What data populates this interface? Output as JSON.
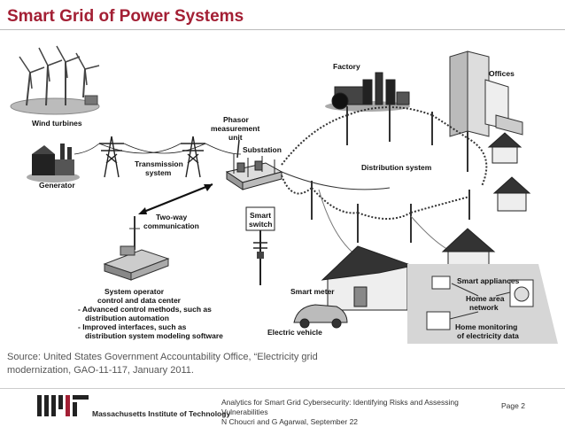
{
  "slide": {
    "title": "Smart Grid of Power Systems",
    "source": "Source: United States Government Accountability Office, “Electricity grid modernization, GAO-11-117, January 2011.",
    "institution": "Massachusetts Institute of Technology",
    "footer_line1": "Analytics for Smart Grid Cybersecurity: Identifying Risks and Assessing Vulnerabilities",
    "footer_line2": "N Choucri and G Agarwal, September 22",
    "page_label": "Page 2",
    "title_color": "#a31f34"
  },
  "diagram": {
    "wind_turbines": "Wind turbines",
    "generator": "Generator",
    "transmission_1": "Transmission",
    "transmission_2": "system",
    "pmu_1": "Phasor",
    "pmu_2": "measurement",
    "pmu_3": "unit",
    "substation": "Substation",
    "factory": "Factory",
    "offices": "Offices",
    "distribution": "Distribution system",
    "two_way_1": "Two-way",
    "two_way_2": "communication",
    "smart_switch_1": "Smart",
    "smart_switch_2": "switch",
    "sysop_1": "System operator",
    "sysop_2": "control and data center",
    "sysop_3": "- Advanced control methods, such as",
    "sysop_4": "distribution automation",
    "sysop_5": "- Improved interfaces, such as",
    "sysop_6": "distribution system modeling software",
    "smart_meter": "Smart meter",
    "electric_vehicle": "Electric vehicle",
    "smart_appliances": "Smart appliances",
    "home_area_1": "Home area",
    "home_area_2": "network",
    "home_monitor_1": "Home monitoring",
    "home_monitor_2": "of electricity data"
  }
}
